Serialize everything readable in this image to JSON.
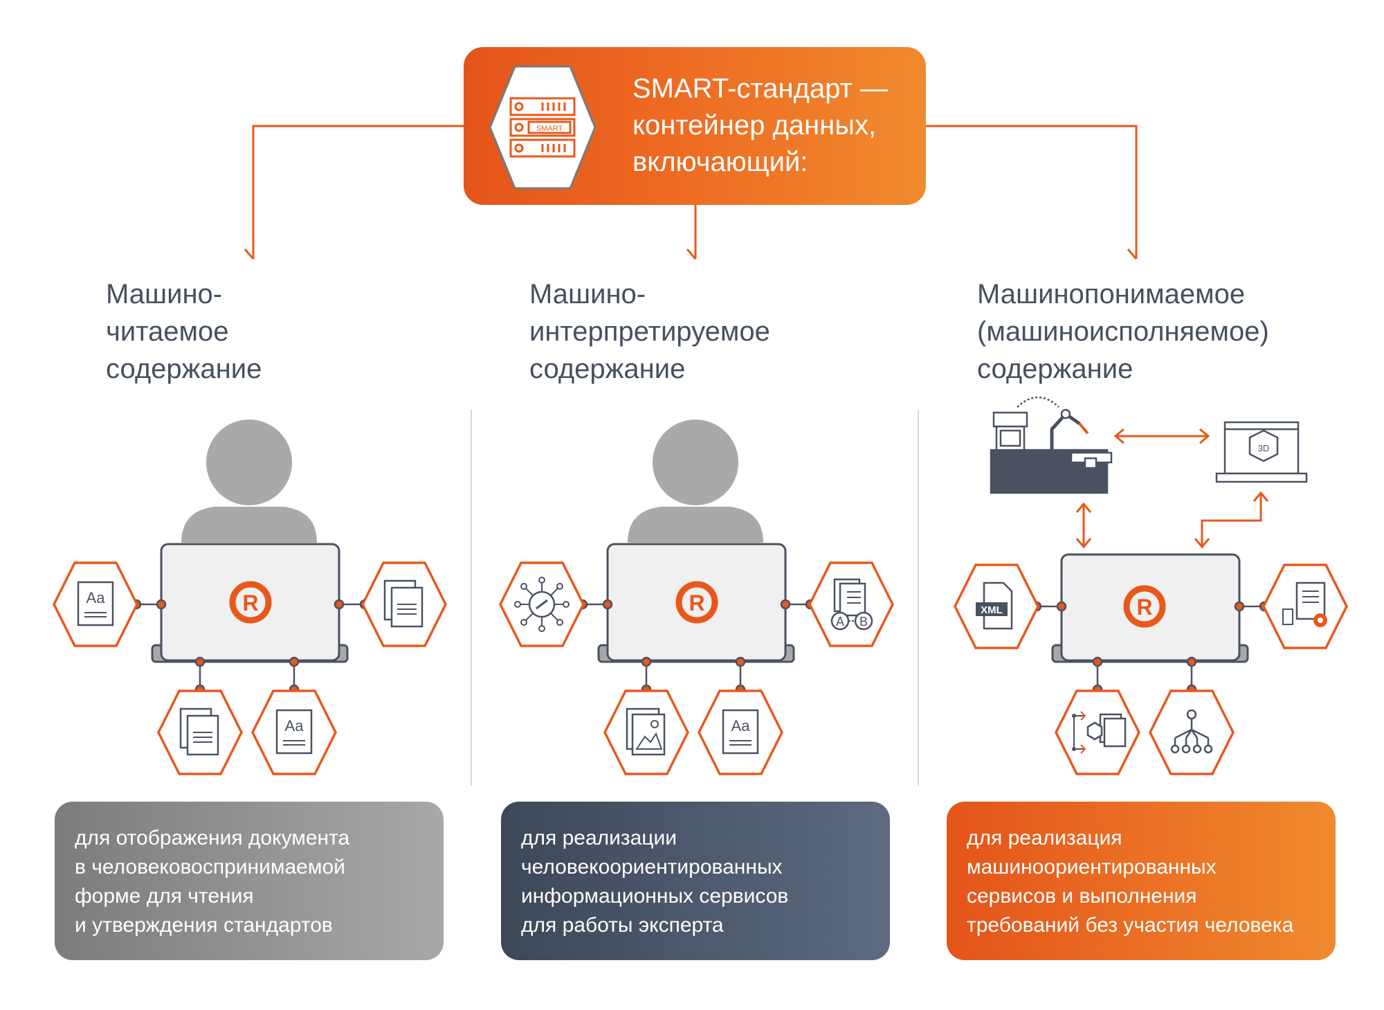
{
  "header": {
    "lines": [
      "SMART-стандарт —",
      "контейнер данных,",
      "включающий:"
    ],
    "icon_label": "SMART",
    "icon": "server-rack-icon"
  },
  "columns": [
    {
      "title_lines": [
        "Машино-",
        "читаемое",
        "содержание"
      ],
      "box_lines": [
        "для отображения документа",
        "в человековоспринимаемой",
        "форме для чтения",
        "и утверждения стандартов"
      ],
      "box_color": "#9a9a9a",
      "icons": [
        "book-aa-icon",
        "documents-icon",
        "documents-icon",
        "book-aa-icon"
      ]
    },
    {
      "title_lines": [
        "Машино-",
        "интерпретируемое",
        "содержание"
      ],
      "box_lines": [
        "для реализации",
        "человекоориентированных",
        "информационных сервисов",
        "для работы эксперта"
      ],
      "box_color": "#4a5568",
      "icons": [
        "link-network-icon",
        "checklist-ab-icon",
        "image-file-icon",
        "book-aa-icon"
      ]
    },
    {
      "title_lines": [
        "Машинопонимаемое",
        "(машиноисполняемое)",
        "содержание"
      ],
      "box_lines": [
        "для реализация",
        "машиноориентированных",
        "сервисов и выполнения",
        "требований без участия человека"
      ],
      "box_color": "#ea6a24",
      "icons": [
        "xml-file-icon",
        "settings-list-icon",
        "data-transform-icon",
        "tree-structure-icon"
      ],
      "xml_label": "XML",
      "laptop_3d_label": "3D",
      "machines": [
        "robot-factory-icon",
        "laptop-3d-icon"
      ]
    }
  ],
  "colors": {
    "orange": "#e8581c",
    "text": "#46505e",
    "gray_person": "#a9a9a9",
    "laptop_screen": "#f0f0f0",
    "laptop_frame": "#4a5261"
  }
}
